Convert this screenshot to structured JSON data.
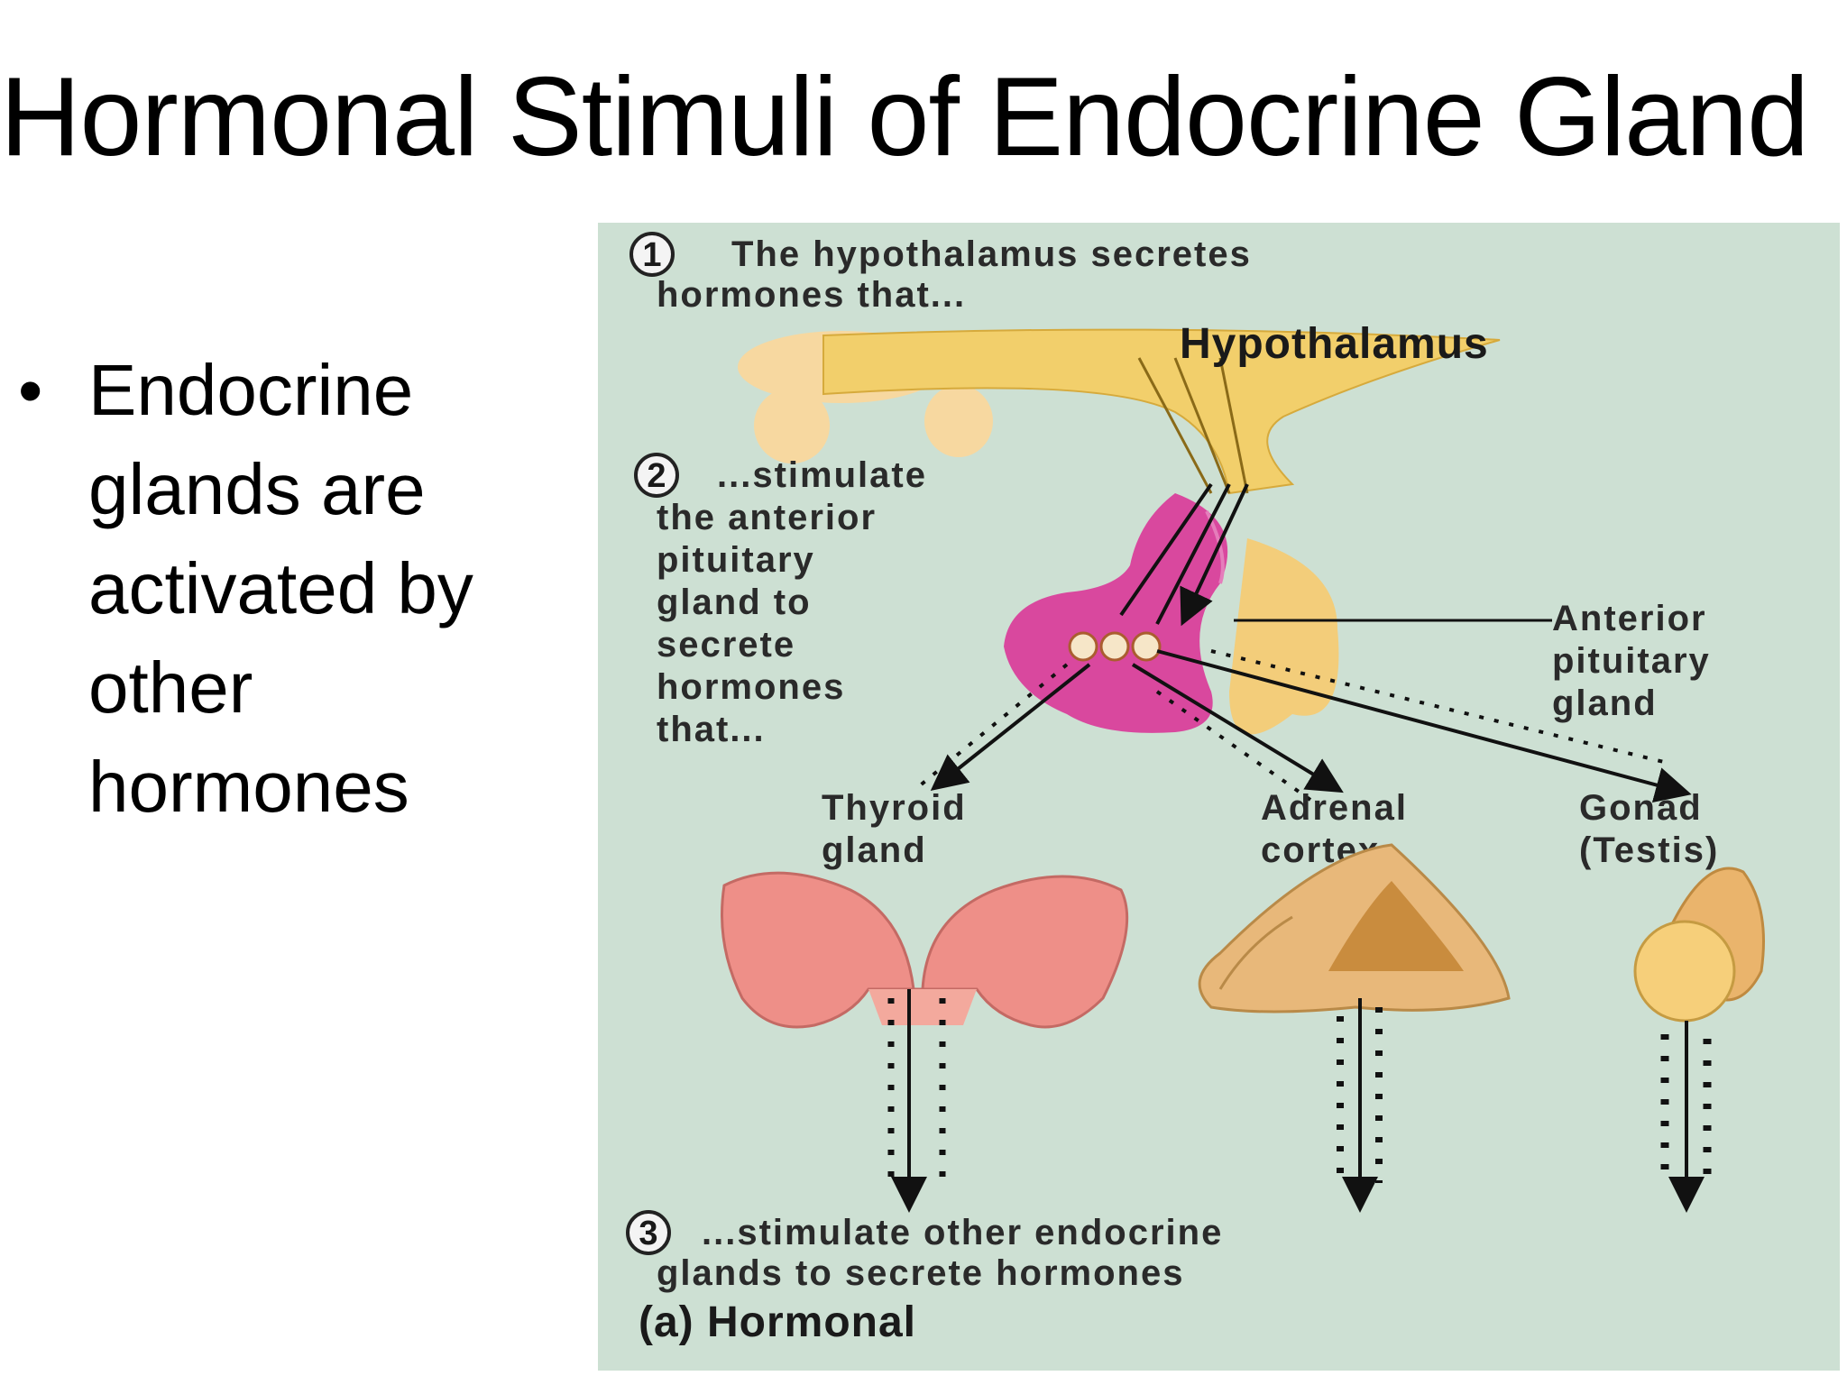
{
  "slide": {
    "title": "Hormonal Stimuli of Endocrine Gland",
    "bullet": {
      "symbol": "•",
      "lines": [
        "Endocrine",
        "glands are",
        "activated by",
        "other",
        "hormones"
      ]
    }
  },
  "figure": {
    "background_color": "#cde0d3",
    "steps": [
      {
        "number": "1",
        "lines": [
          "The hypothalamus secretes",
          "hormones that..."
        ]
      },
      {
        "number": "2",
        "lines": [
          "...stimulate",
          "the anterior",
          "pituitary",
          "gland to",
          "secrete",
          "hormones",
          "that..."
        ]
      },
      {
        "number": "3",
        "lines": [
          "...stimulate other endocrine",
          "glands to secrete hormones"
        ]
      }
    ],
    "labels": {
      "hypothalamus": "Hypothalamus",
      "anterior_pituitary": [
        "Anterior",
        "pituitary",
        "gland"
      ],
      "thyroid": [
        "Thyroid",
        "gland"
      ],
      "adrenal": [
        "Adrenal",
        "cortex"
      ],
      "gonad": [
        "Gonad",
        "(Testis)"
      ]
    },
    "caption": "(a) Hormonal",
    "colors": {
      "hypothalamus": "#f2cf6b",
      "anterior_pituitary": "#d9489e",
      "posterior_pituitary": "#f3cd7a",
      "thyroid": "#ee8f88",
      "adrenal": "#e8b87a",
      "gonad": "#f6cf7a"
    }
  }
}
